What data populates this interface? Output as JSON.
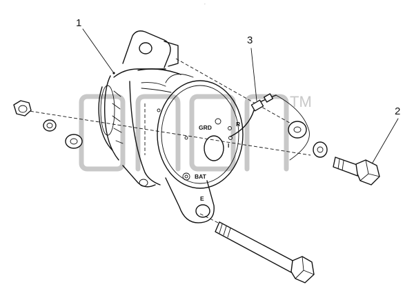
{
  "diagram": {
    "callouts": [
      {
        "id": "1",
        "text": "1"
      },
      {
        "id": "2",
        "text": "2"
      },
      {
        "id": "3",
        "text": "3"
      }
    ],
    "terminal_labels": {
      "grd": "GRD",
      "r": "R",
      "i": "I",
      "bat": "BAT",
      "e": "E"
    },
    "watermark": {
      "trademark": "TM"
    },
    "corner_mark": "°"
  }
}
